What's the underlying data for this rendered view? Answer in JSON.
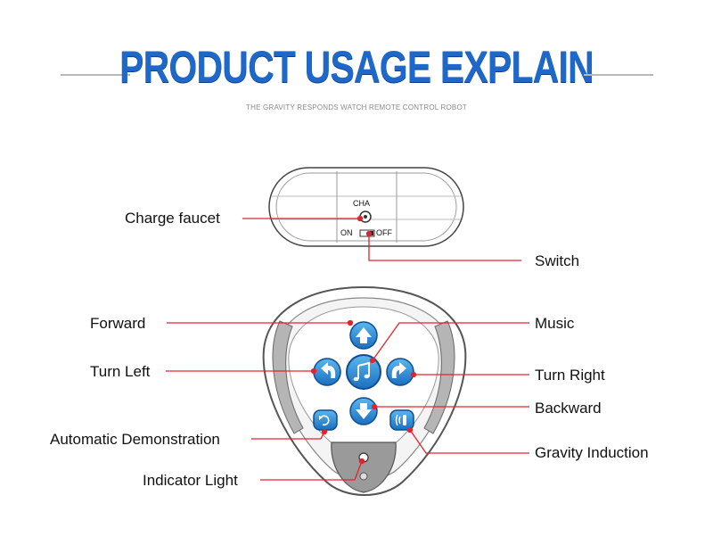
{
  "header": {
    "title": "PRODUCT USAGE EXPLAIN",
    "subtitle": "THE GRAVITY RESPONDS WATCH REMOTE CONTROL ROBOT"
  },
  "device_top": {
    "port_label": "CHA",
    "switch_on": "ON",
    "switch_off": "OFF"
  },
  "callouts": {
    "charge_faucet": "Charge faucet",
    "switch": "Switch",
    "forward": "Forward",
    "music": "Music",
    "turn_left": "Turn Left",
    "turn_right": "Turn Right",
    "backward": "Backward",
    "automatic_demonstration": "Automatic Demonstration",
    "gravity_induction": "Gravity Induction",
    "indicator_light": "Indicator Light"
  },
  "colors": {
    "title_blue": "#1d68c9",
    "button_blue": "#2a8fd6",
    "callout_red": "#e0242c",
    "outline_grey": "#555555"
  },
  "icons": [
    "arrow-up-icon",
    "arrow-left-icon",
    "arrow-right-icon",
    "arrow-down-icon",
    "music-note-icon",
    "auto-demo-icon",
    "gravity-icon"
  ]
}
